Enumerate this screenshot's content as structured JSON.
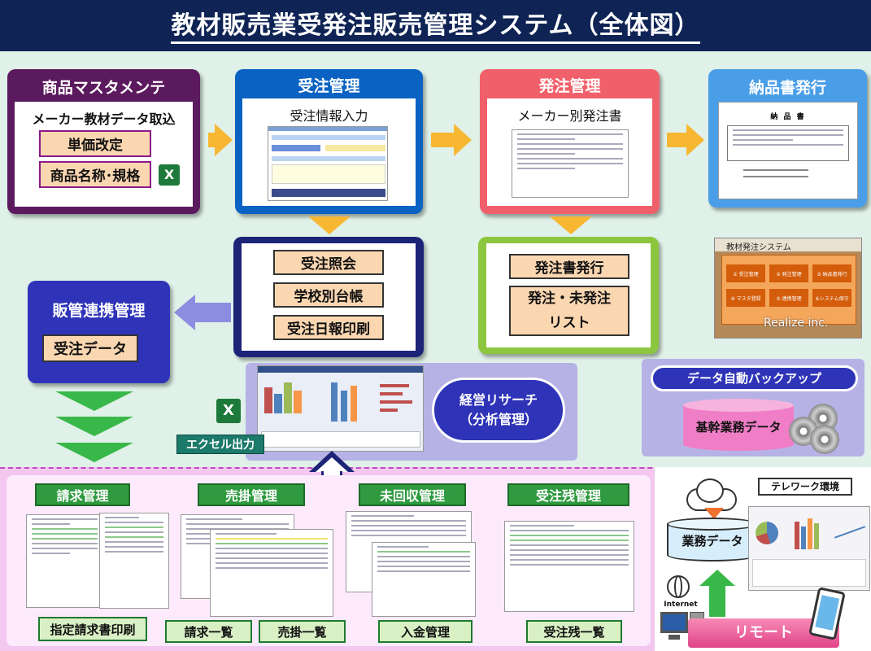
{
  "title": "教材販売業受発注販売管理システム（全体図）",
  "product_master": {
    "title": "商品マスタメンテ",
    "subtitle": "メーカー教材データ取込",
    "buttons": [
      "単価改定",
      "商品名称･規格"
    ]
  },
  "order_mgmt": {
    "title": "受注管理",
    "subtitle": "受注情報入力"
  },
  "purchase_mgmt": {
    "title": "発注管理",
    "subtitle": "メーカー別発注書"
  },
  "delivery": {
    "title": "納品書発行",
    "doc_title": "納 品 書"
  },
  "order_sub": {
    "buttons": [
      "受注照会",
      "学校別台帳",
      "受注日報印刷"
    ]
  },
  "purchase_sub": {
    "buttons": [
      "発注書発行",
      "発注・未発注\nリスト"
    ]
  },
  "sales_link": {
    "title": "販管連携管理",
    "button": "受注データ"
  },
  "menu_screen": {
    "header": "教材発注システム",
    "items": [
      "① 受注管理",
      "② 発注管理",
      "③ 納品書発行",
      "④ マスタ登録",
      "⑤ 連携管理",
      "⑥システム保守"
    ],
    "logo": "Realize inc."
  },
  "analysis": {
    "label": "経営リサーチ\n（分析管理）",
    "excel_label": "エクセル出力"
  },
  "backup": {
    "title": "データ自動バックアップ",
    "db_label": "基幹業務データ"
  },
  "bottom_modules": [
    {
      "title": "請求管理",
      "button": "指定請求書印刷"
    },
    {
      "title": "売掛管理",
      "buttons": [
        "請求一覧",
        "売掛一覧"
      ]
    },
    {
      "title": "未回収管理",
      "button": "入金管理"
    },
    {
      "title": "受注残管理",
      "button": "受注残一覧"
    }
  ],
  "remote": {
    "telework": "テレワーク環境",
    "db_label": "業務データ",
    "internet": "Internet",
    "remote_label": "リモート"
  },
  "colors": {
    "title_bg": "#0f2455",
    "product_master": "#5c1a5e",
    "order_mgmt": "#0a62c2",
    "purchase_mgmt": "#f0606a",
    "delivery": "#4a9ee8",
    "order_sub": "#1c2478",
    "purchase_sub": "#8cc63f",
    "sales_link": "#2e33b8",
    "arrow": "#f7b733"
  }
}
